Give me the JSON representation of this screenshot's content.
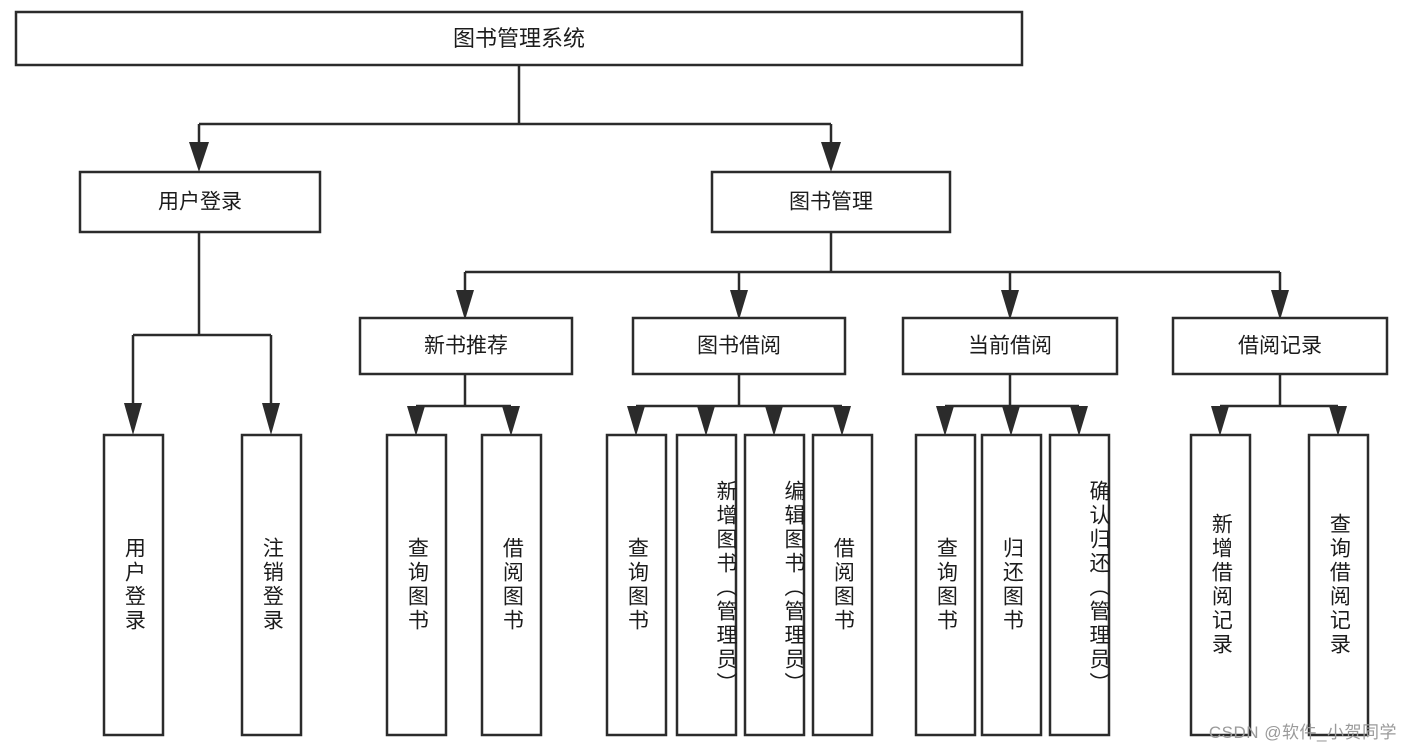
{
  "diagram": {
    "type": "tree",
    "title": "图书管理系统",
    "watermark": "CSDN @软件_小贺同学",
    "orientation": "top-down",
    "colors": {
      "stroke": "#2b2b2b",
      "fill": "#ffffff",
      "text": "#1c1c1c",
      "watermark": "#9a9a9a"
    },
    "root": {
      "label": "图书管理系统"
    },
    "level2": [
      {
        "label": "用户登录"
      },
      {
        "label": "图书管理"
      }
    ],
    "level3": [
      {
        "label": "新书推荐"
      },
      {
        "label": "图书借阅"
      },
      {
        "label": "当前借阅"
      },
      {
        "label": "借阅记录"
      }
    ],
    "leaves": {
      "user_login": [
        {
          "label": "用户登录"
        },
        {
          "label": "注销登录"
        }
      ],
      "new_book_recommend": [
        {
          "label": "查询图书"
        },
        {
          "label": "借阅图书"
        }
      ],
      "book_borrow": [
        {
          "label": "查询图书"
        },
        {
          "label": "新增图书（管理员）"
        },
        {
          "label": "编辑图书（管理员）"
        },
        {
          "label": "借阅图书"
        }
      ],
      "current_borrow": [
        {
          "label": "查询图书"
        },
        {
          "label": "归还图书"
        },
        {
          "label": "确认归还（管理员）"
        }
      ],
      "borrow_record": [
        {
          "label": "新增借阅记录"
        },
        {
          "label": "查询借阅记录"
        }
      ]
    }
  }
}
